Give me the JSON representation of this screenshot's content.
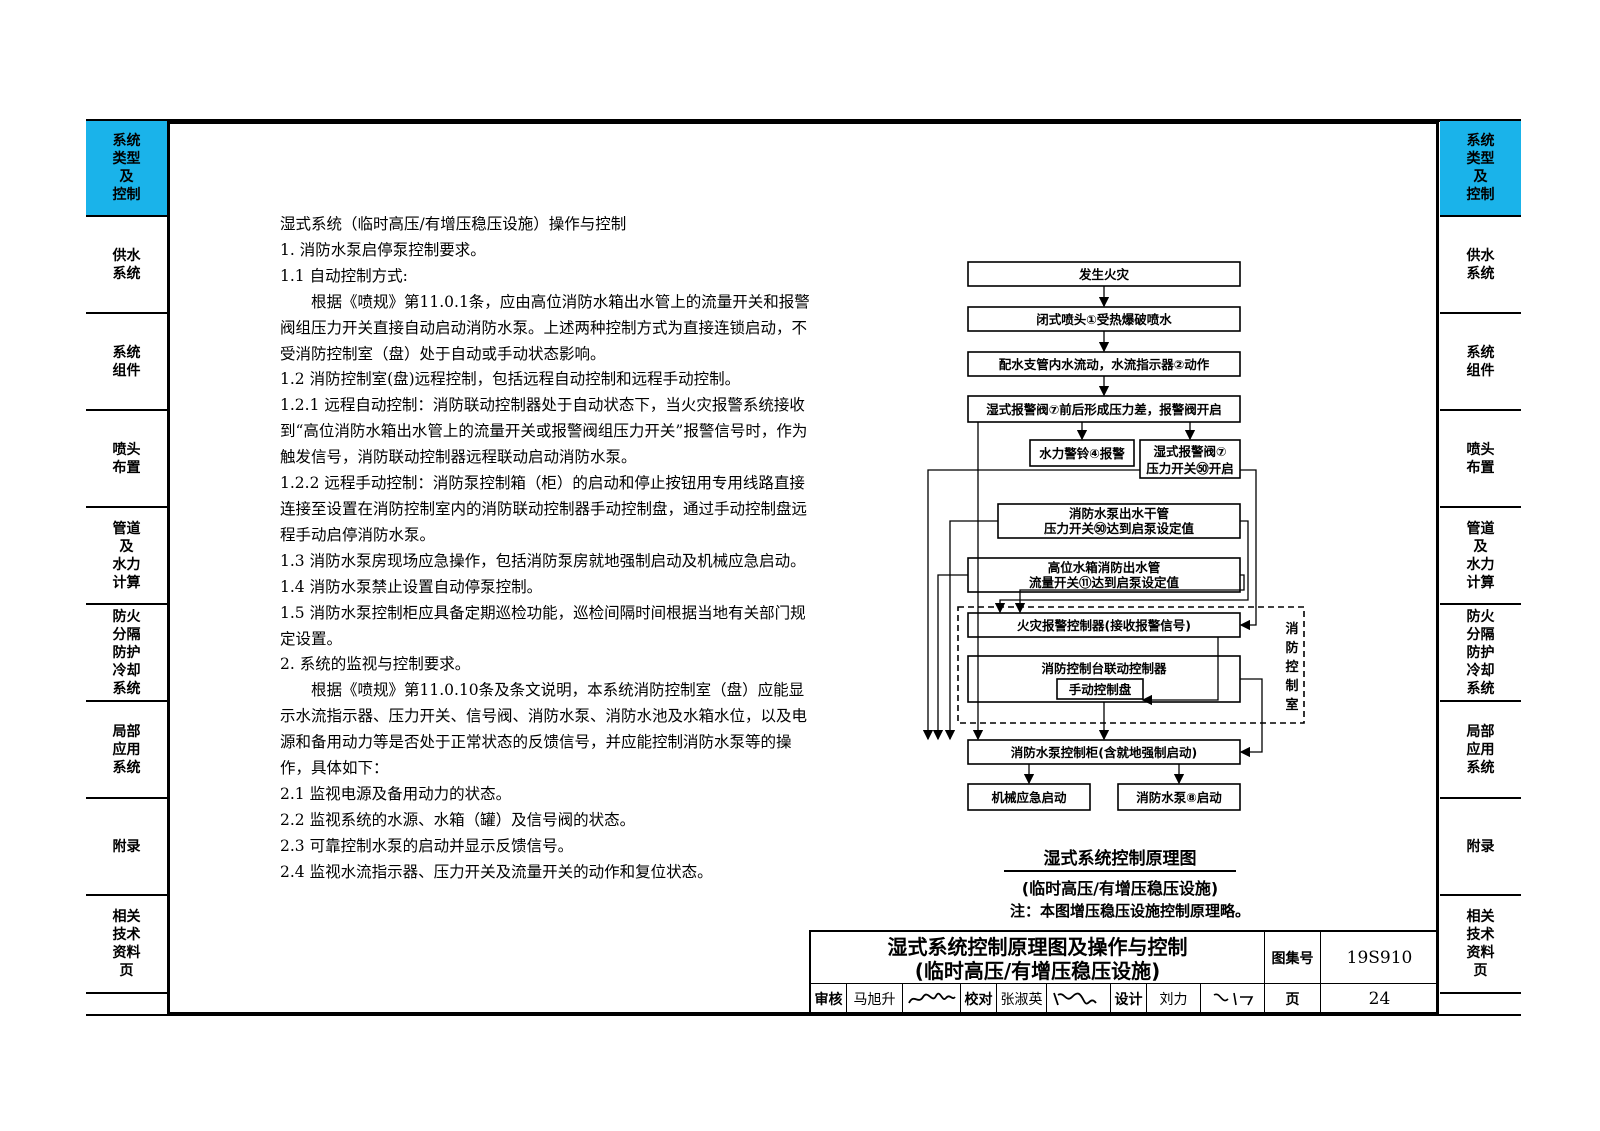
{
  "nav_left": [
    {
      "label": "系统\n类型\n及\n控制",
      "active": true
    },
    {
      "label": "供水\n系统",
      "active": false
    },
    {
      "label": "系统\n组件",
      "active": false
    },
    {
      "label": "喷头\n布置",
      "active": false
    },
    {
      "label": "管道\n及\n水力\n计算",
      "active": false
    },
    {
      "label": "防火\n分隔\n防护\n冷却\n系统",
      "active": false
    },
    {
      "label": "局部\n应用\n系统",
      "active": false
    },
    {
      "label": "附录",
      "active": false
    },
    {
      "label": "相关\n技术\n资料\n页",
      "active": false
    }
  ],
  "nav_right": [
    {
      "label": "系统\n类型\n及\n控制",
      "active": true
    },
    {
      "label": "供水\n系统",
      "active": false
    },
    {
      "label": "系统\n组件",
      "active": false
    },
    {
      "label": "喷头\n布置",
      "active": false
    },
    {
      "label": "管道\n及\n水力\n计算",
      "active": false
    },
    {
      "label": "防火\n分隔\n防护\n冷却\n系统",
      "active": false
    },
    {
      "label": "局部\n应用\n系统",
      "active": false
    },
    {
      "label": "附录",
      "active": false
    },
    {
      "label": "相关\n技术\n资料\n页",
      "active": false
    }
  ],
  "colors": {
    "active_tab": "#1ab3ea"
  },
  "body": {
    "heading": "湿式系统（临时高压/有增压稳压设施）操作与控制",
    "p1": "1. 消防水泵启停泵控制要求。",
    "p2": "1.1 自动控制方式:",
    "p3": "根据《喷规》第11.0.1条，应由高位消防水箱出水管上的流量开关和报警阀组压力开关直接自动启动消防水泵。上述两种控制方式为直接连锁启动，不受消防控制室（盘）处于自动或手动状态影响。",
    "p4": "1.2 消防控制室(盘)远程控制，包括远程自动控制和远程手动控制。",
    "p5": "1.2.1 远程自动控制：消防联动控制器处于自动状态下，当火灾报警系统接收到“高位消防水箱出水管上的流量开关或报警阀组压力开关”报警信号时，作为触发信号，消防联动控制器远程联动启动消防水泵。",
    "p6": "1.2.2 远程手动控制：消防泵控制箱（柜）的启动和停止按钮用专用线路直接连接至设置在消防控制室内的消防联动控制器手动控制盘，通过手动控制盘远程手动启停消防水泵。",
    "p7": "1.3 消防水泵房现场应急操作，包括消防泵房就地强制启动及机械应急启动。",
    "p8": "1.4 消防水泵禁止设置自动停泵控制。",
    "p9": "1.5 消防水泵控制柜应具备定期巡检功能，巡检间隔时间根据当地有关部门规定设置。",
    "p10": "2. 系统的监视与控制要求。",
    "p11": "根据《喷规》第11.0.10条及条文说明，本系统消防控制室（盘）应能显示水流指示器、压力开关、信号阀、消防水泵、消防水池及水箱水位，以及电源和备用动力等是否处于正常状态的反馈信号，并应能控制消防水泵等的操作，具体如下：",
    "p12": "2.1 监视电源及备用动力的状态。",
    "p13": "2.2 监视系统的水源、水箱（罐）及信号阀的状态。",
    "p14": "2.3 可靠控制水泵的启动并显示反馈信号。",
    "p15": "2.4 监视水流指示器、压力开关及流量开关的动作和复位状态。"
  },
  "flow": {
    "b1": "发生火灾",
    "b2": "闭式喷头①受热爆破喷水",
    "b3": "配水支管内水流动，水流指示器②动作",
    "b4": "湿式报警阀⑦前后形成压力差，报警阀开启",
    "b5": "水力警铃④报警",
    "b6a": "湿式报警阀⑦",
    "b6b": "压力开关㊿开启",
    "b7a": "消防水泵出水干管",
    "b7b": "压力开关㊿达到启泵设定值",
    "b8a": "高位水箱消防出水管",
    "b8b": "流量开关⑪达到启泵设定值",
    "b9": "火灾报警控制器(接收报警信号)",
    "b10": "消防控制台联动控制器",
    "b11": "手动控制盘",
    "room": "消\n防\n控\n制\n室",
    "b12": "消防水泵控制柜(含就地强制启动)",
    "b13": "机械应急启动",
    "b14": "消防水泵⑧启动"
  },
  "caption": {
    "title": "湿式系统控制原理图",
    "subtitle": "(临时高压/有增压稳压设施)",
    "note": "注：本图增压稳压设施控制原理略。"
  },
  "titleblock": {
    "title1": "湿式系统控制原理图及操作与控制",
    "title2": "(临时高压/有增压稳压设施)",
    "atlas_label": "图集号",
    "atlas_no": "19S910",
    "review_label": "审核",
    "review_name": "马旭升",
    "check_label": "校对",
    "check_name": "张淑英",
    "design_label": "设计",
    "design_name": "刘力",
    "page_label": "页",
    "page_no": "24"
  }
}
